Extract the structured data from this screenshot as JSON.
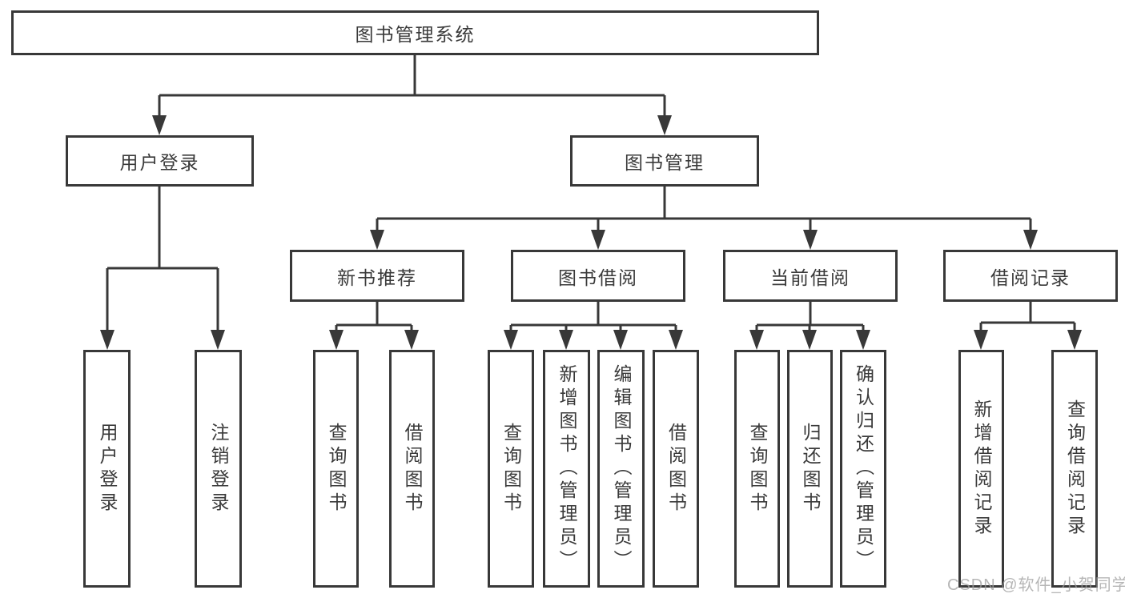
{
  "diagram": {
    "title": "图书管理系统",
    "tree": {
      "label": "图书管理系统",
      "children": [
        {
          "label": "用户登录",
          "children": [
            {
              "label": "用户登录"
            },
            {
              "label": "注销登录"
            }
          ]
        },
        {
          "label": "图书管理",
          "children": [
            {
              "label": "新书推荐",
              "children": [
                {
                  "label": "查询图书"
                },
                {
                  "label": "借阅图书"
                }
              ]
            },
            {
              "label": "图书借阅",
              "children": [
                {
                  "label": "查询图书"
                },
                {
                  "label": "新增图书（管理员）"
                },
                {
                  "label": "编辑图书（管理员）"
                },
                {
                  "label": "借阅图书"
                }
              ]
            },
            {
              "label": "当前借阅",
              "children": [
                {
                  "label": "查询图书"
                },
                {
                  "label": "归还图书"
                },
                {
                  "label": "确认归还（管理员）"
                }
              ]
            },
            {
              "label": "借阅记录",
              "children": [
                {
                  "label": "新增借阅记录"
                },
                {
                  "label": "查询借阅记录"
                }
              ]
            }
          ]
        }
      ]
    }
  },
  "watermark": {
    "text": "CSDN @软件_小贺同学"
  },
  "colors": {
    "line": "#383838",
    "box_border": "#383838",
    "text": "#3a3a3a",
    "watermark": "#9e9e9e",
    "background": "#ffffff"
  }
}
